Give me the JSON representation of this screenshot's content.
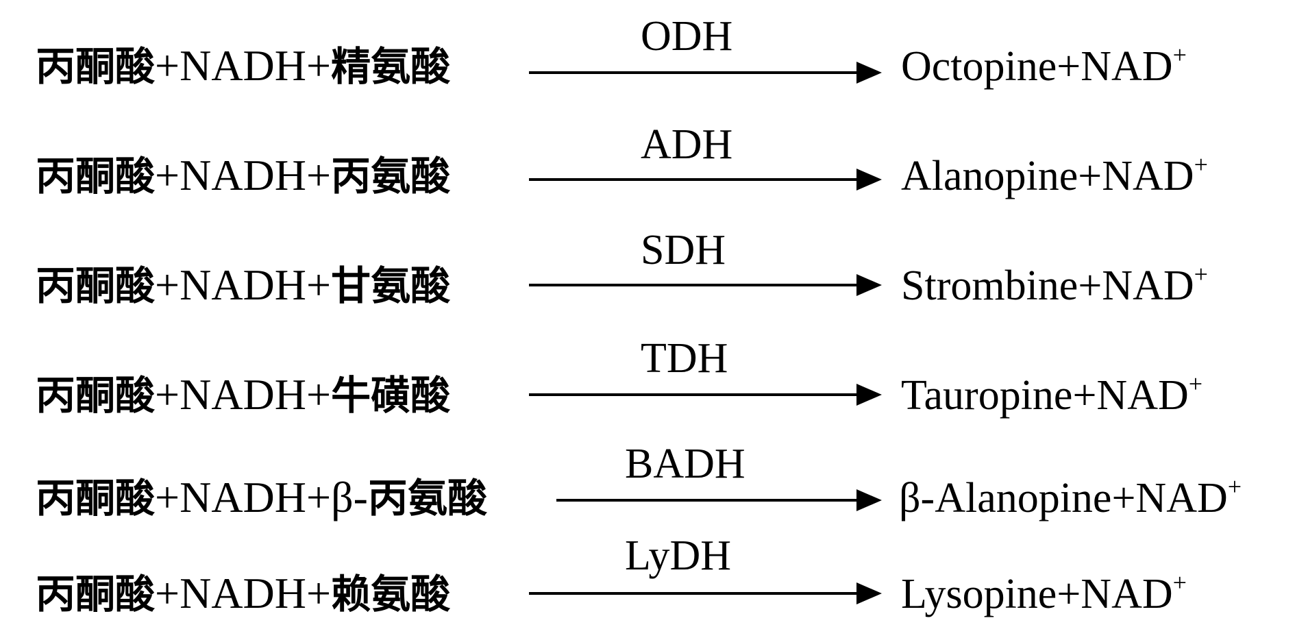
{
  "reactions": [
    {
      "reactant_prefix": "丙酮酸",
      "reactant_mid": "+NADH+",
      "reactant_suffix": "精氨酸",
      "enzyme": "ODH",
      "product": "Octopine+NAD",
      "charge": "+"
    },
    {
      "reactant_prefix": "丙酮酸",
      "reactant_mid": "+NADH+",
      "reactant_suffix": "丙氨酸",
      "enzyme": "ADH",
      "product": "Alanopine+NAD",
      "charge": "+"
    },
    {
      "reactant_prefix": "丙酮酸",
      "reactant_mid": "+NADH+",
      "reactant_suffix": "甘氨酸",
      "enzyme": "SDH",
      "product": "Strombine+NAD",
      "charge": "+"
    },
    {
      "reactant_prefix": "丙酮酸",
      "reactant_mid": "+NADH+",
      "reactant_suffix": "牛磺酸",
      "enzyme": "TDH",
      "product": "Tauropine+NAD",
      "charge": "+"
    },
    {
      "reactant_prefix": "丙酮酸",
      "reactant_mid": "+NADH+β-",
      "reactant_suffix": "丙氨酸",
      "enzyme": "BADH",
      "product": "β-Alanopine+NAD",
      "charge": "+"
    },
    {
      "reactant_prefix": "丙酮酸",
      "reactant_mid": "+NADH+",
      "reactant_suffix": "赖氨酸",
      "enzyme": "LyDH",
      "product": "Lysopine+NAD",
      "charge": "+"
    }
  ]
}
